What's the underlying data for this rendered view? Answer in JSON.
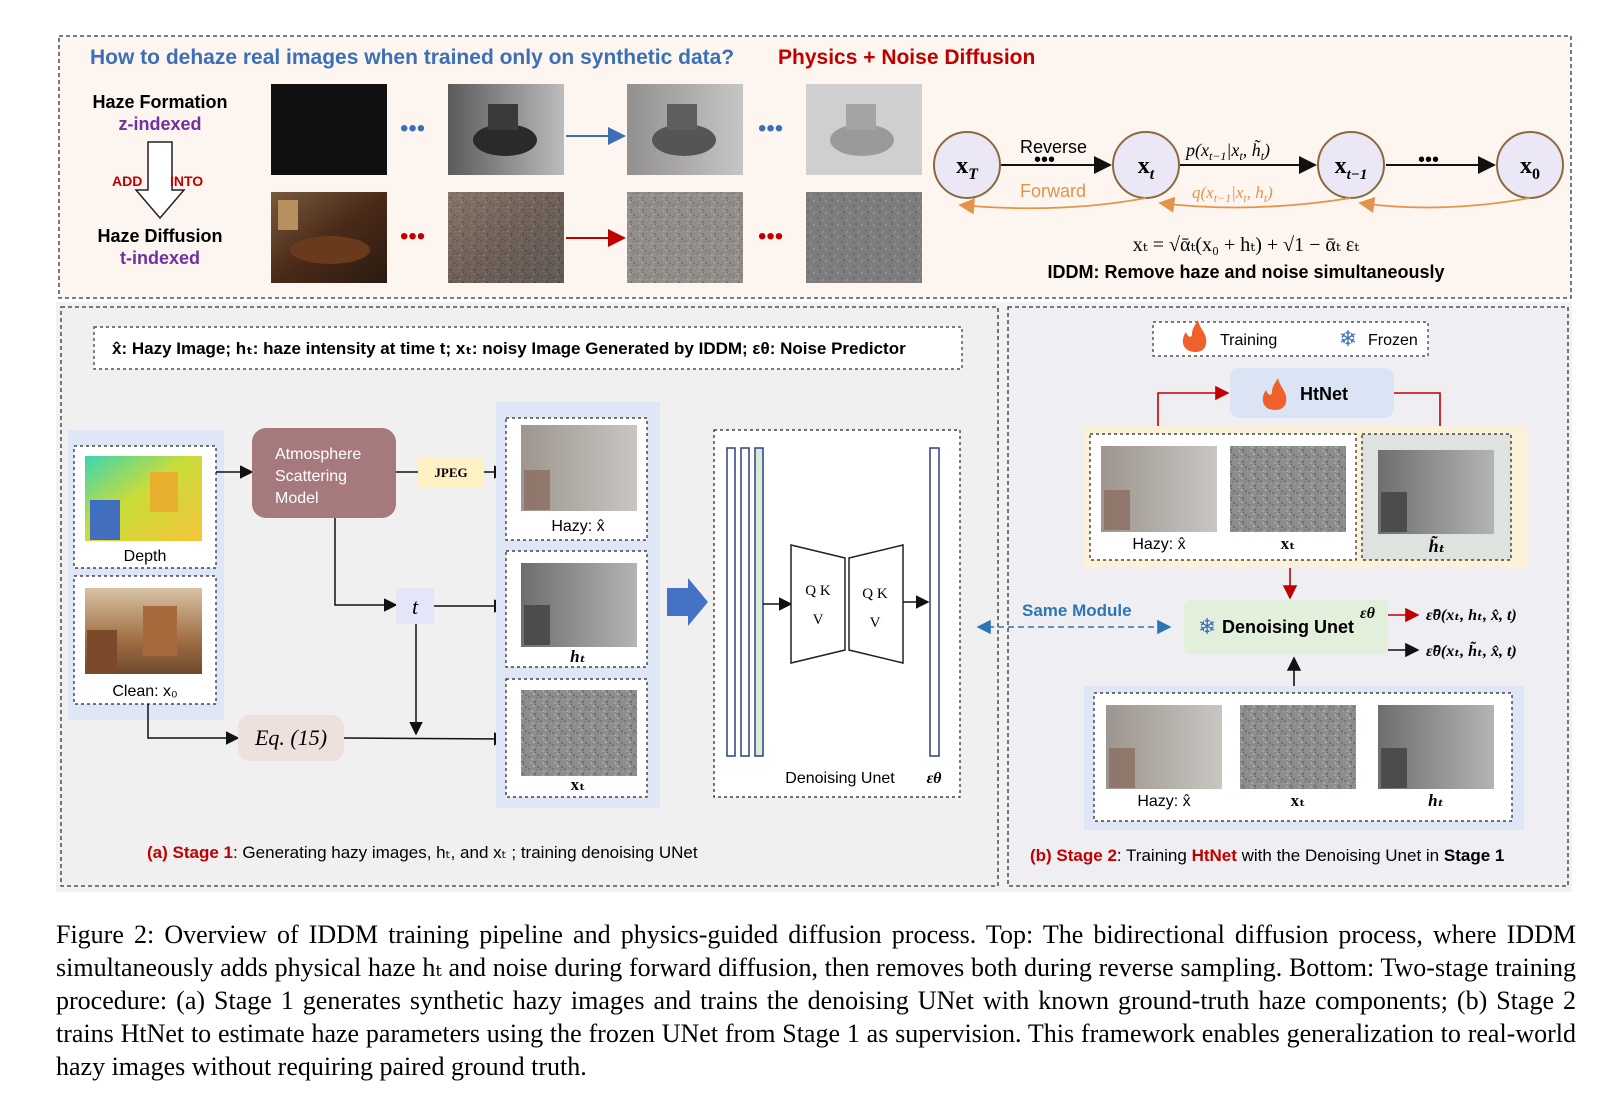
{
  "top": {
    "question": "How to dehaze real images when trained only on synthetic data?",
    "highlight": "Physics + Noise Diffusion",
    "haze_formation": "Haze Formation",
    "z_indexed": "z-indexed",
    "add": "ADD",
    "into": "INTO",
    "haze_diffusion": "Haze Diffusion",
    "t_indexed": "t-indexed",
    "dots": "•••",
    "nodes": [
      "x",
      "x",
      "x",
      "x"
    ],
    "node_subs": [
      "T",
      "t",
      "t−1",
      "0"
    ],
    "reverse": "Reverse",
    "forward": "Forward",
    "p_label": "p(x",
    "p_label_rest": "|x",
    "q_label": "q(x",
    "equation": "xₜ = √ᾱₜ(x₀ + hₜ) + √1 − ᾱₜ εₜ",
    "iddm_note": "IDDM: Remove haze and noise simultaneously"
  },
  "stage1": {
    "legend": "x̂: Hazy Image;   hₜ: haze intensity at time t;   xₜ: noisy Image Generated by IDDM;   εθ: Noise Predictor",
    "depth": "Depth",
    "clean": "Clean: x₀",
    "asm": [
      "Atmosphere",
      "Scattering",
      "Model"
    ],
    "jpeg": "JPEG",
    "t": "t",
    "eq": "Eq. (15)",
    "hazy": "Hazy:  x̂",
    "ht": "hₜ",
    "xt": "xₜ",
    "qk": "Q K",
    "v": "V",
    "unet": "Denoising Unet",
    "eps": "εθ",
    "caption_a": "(a) Stage 1",
    "caption_rest": ": Generating hazy images, hₜ, and xₜ ; training denoising UNet"
  },
  "stage2": {
    "training": "Training",
    "frozen": "Frozen",
    "htnet": "HtNet",
    "hazy": "Hazy: x̂",
    "xt": "xₜ",
    "ht_tilde": "h̃ₜ",
    "ht": "hₜ",
    "same_module": "Same Module",
    "unet": "Denoising Unet",
    "eps": "εθ",
    "out1": "ε̃θ(xₜ, hₜ, x̂, t)",
    "out2": "ε̃θ(xₜ, h̃ₜ, x̂, t)",
    "caption_b": "(b) Stage 2",
    "caption_mid": ": Training ",
    "caption_htnet": "HtNet",
    "caption_mid2": " with the Denoising Unet in ",
    "caption_end": "Stage 1"
  },
  "figure_caption": "Figure 2: Overview of IDDM training pipeline and physics-guided diffusion process. Top: The bidirectional diffusion process, where IDDM simultaneously adds physical haze hₜ and noise during forward diffusion, then removes both during reverse sampling. Bottom: Two-stage training procedure: (a) Stage 1 generates synthetic hazy images and trains the denoising UNet with known ground-truth haze components; (b) Stage 2 trains HtNet to estimate haze parameters using the frozen UNet from Stage 1 as supervision. This framework enables generalization to real-world hazy images without requiring paired ground truth.",
  "colors": {
    "blue_text": "#3c6fb6",
    "red_text": "#c00000",
    "purple_text": "#7030a0",
    "orange": "#e3944a",
    "node_border": "#8a6a3a",
    "node_fill": "#ece7f6"
  }
}
